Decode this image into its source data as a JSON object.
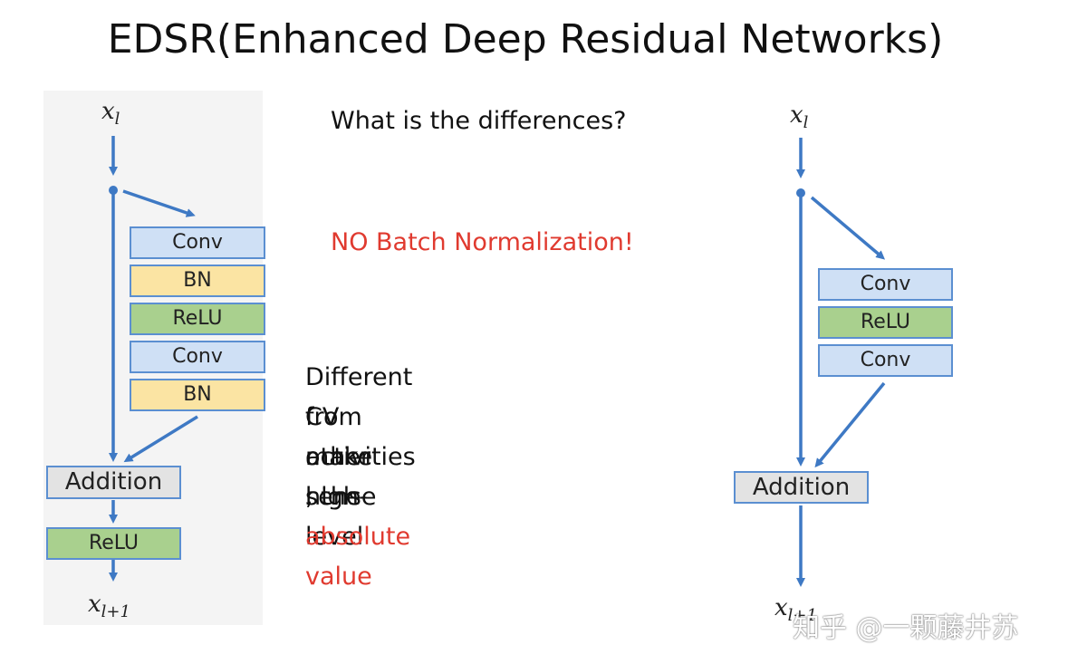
{
  "title": "EDSR(Enhanced Deep Residual Networks)",
  "left_block": {
    "input": "x",
    "input_sub": "l",
    "layers": [
      "Conv",
      "BN",
      "ReLU",
      "Conv",
      "BN"
    ],
    "addition": "Addition",
    "post_relu": "ReLU",
    "output": "x",
    "output_sub": "l+1"
  },
  "right_block": {
    "input": "x",
    "input_sub": "l",
    "layers": [
      "Conv",
      "ReLU",
      "Conv"
    ],
    "addition": "Addition",
    "output": "x",
    "output_sub": "l+1"
  },
  "question": "What is the differences?",
  "highlight": "NO Batch Normalization!",
  "explanation": {
    "line1": "Different from other high-level",
    "line2_prefix": "CV activities , the ",
    "line2_highlight": "absolute value",
    "line3": "make sense"
  },
  "watermark": "知乎 @一颗藤井苏",
  "colors": {
    "arrow": "#3e79c4",
    "conv": "#cfe0f5",
    "bn": "#fbe4a3",
    "relu": "#a9d08e",
    "addition": "#e3e3e3",
    "red_text": "#e03a2f"
  }
}
